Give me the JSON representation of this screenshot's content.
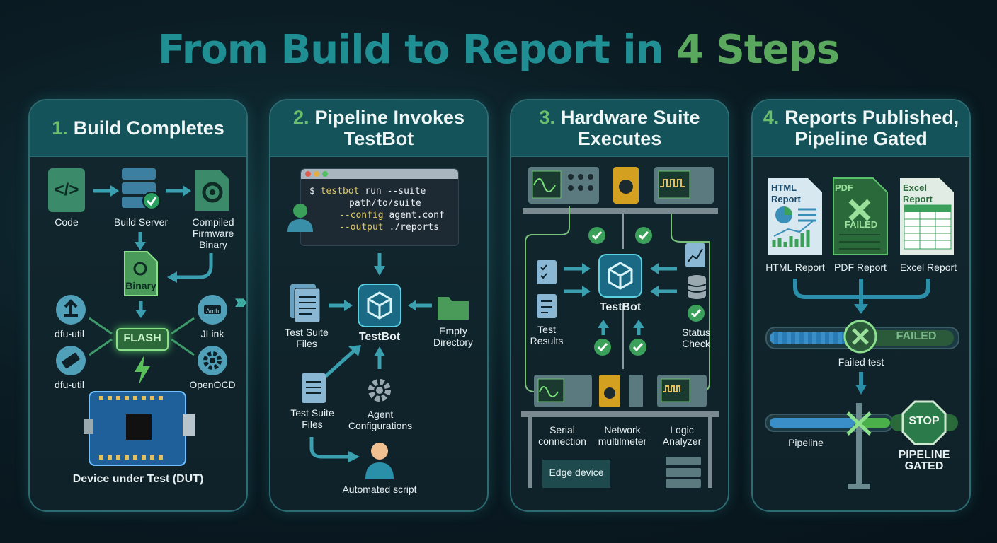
{
  "title": {
    "part1": "From Build to Report in ",
    "part2": "4 Steps"
  },
  "colors": {
    "teal": "#1f8f93",
    "green": "#5aa85e",
    "accent": "#3fb2a8"
  },
  "steps": [
    {
      "num": "1.",
      "heading": "Build Completes",
      "labels": {
        "code": "Code",
        "build_server": "Build Server",
        "firmware": "Compiled\nFirmware\nBinary",
        "binary": "Binary",
        "flash": "FLASH",
        "dfu1": "dfu-util",
        "dfu2": "dfu-util",
        "jlink": "JLink",
        "openocd": "OpenOCD",
        "dut": "Device under Test (DUT)",
        "jlink_chip": "Λmh"
      }
    },
    {
      "num": "2.",
      "heading": "Pipeline Invokes\nTestBot",
      "terminal": {
        "prompt": "$",
        "cmd": "testbot",
        "l1": " run --suite",
        "l2": "path/to/suite",
        "f1": "--config",
        "v1": " agent.conf",
        "f2": "--output",
        "v2": " ./reports"
      },
      "labels": {
        "suite1": "Test Suite\nFiles",
        "testbot": "TestBot",
        "empty": "Empty\nDirectory",
        "suite2": "Test Suite\nFiles",
        "agent": "Agent\nConfigurations",
        "script": "Automated script"
      }
    },
    {
      "num": "3.",
      "heading": "Hardware Suite\nExecutes",
      "labels": {
        "testbot": "TestBot",
        "results": "Test\nResults",
        "status": "Status\nCheck",
        "serial": "Serial\nconnection",
        "network": "Network\nmultilmeter",
        "logic": "Logic\nAnalyzer",
        "edge": "Edge device"
      }
    },
    {
      "num": "4.",
      "heading": "Reports Published,\nPipeline Gated",
      "labels": {
        "html_doc": "HTML\nReport",
        "pdf_doc": "PDF",
        "pdf_failed": "FAILED",
        "excel_doc": "Excel\nReport",
        "html": "HTML Report",
        "pdf": "PDF Report",
        "excel": "Excel Report",
        "failed_bar": "FAILED",
        "failed_test": "Failed test",
        "pipeline": "Pipeline",
        "stop": "STOP",
        "gated": "PIPELINE\nGATED"
      }
    }
  ]
}
